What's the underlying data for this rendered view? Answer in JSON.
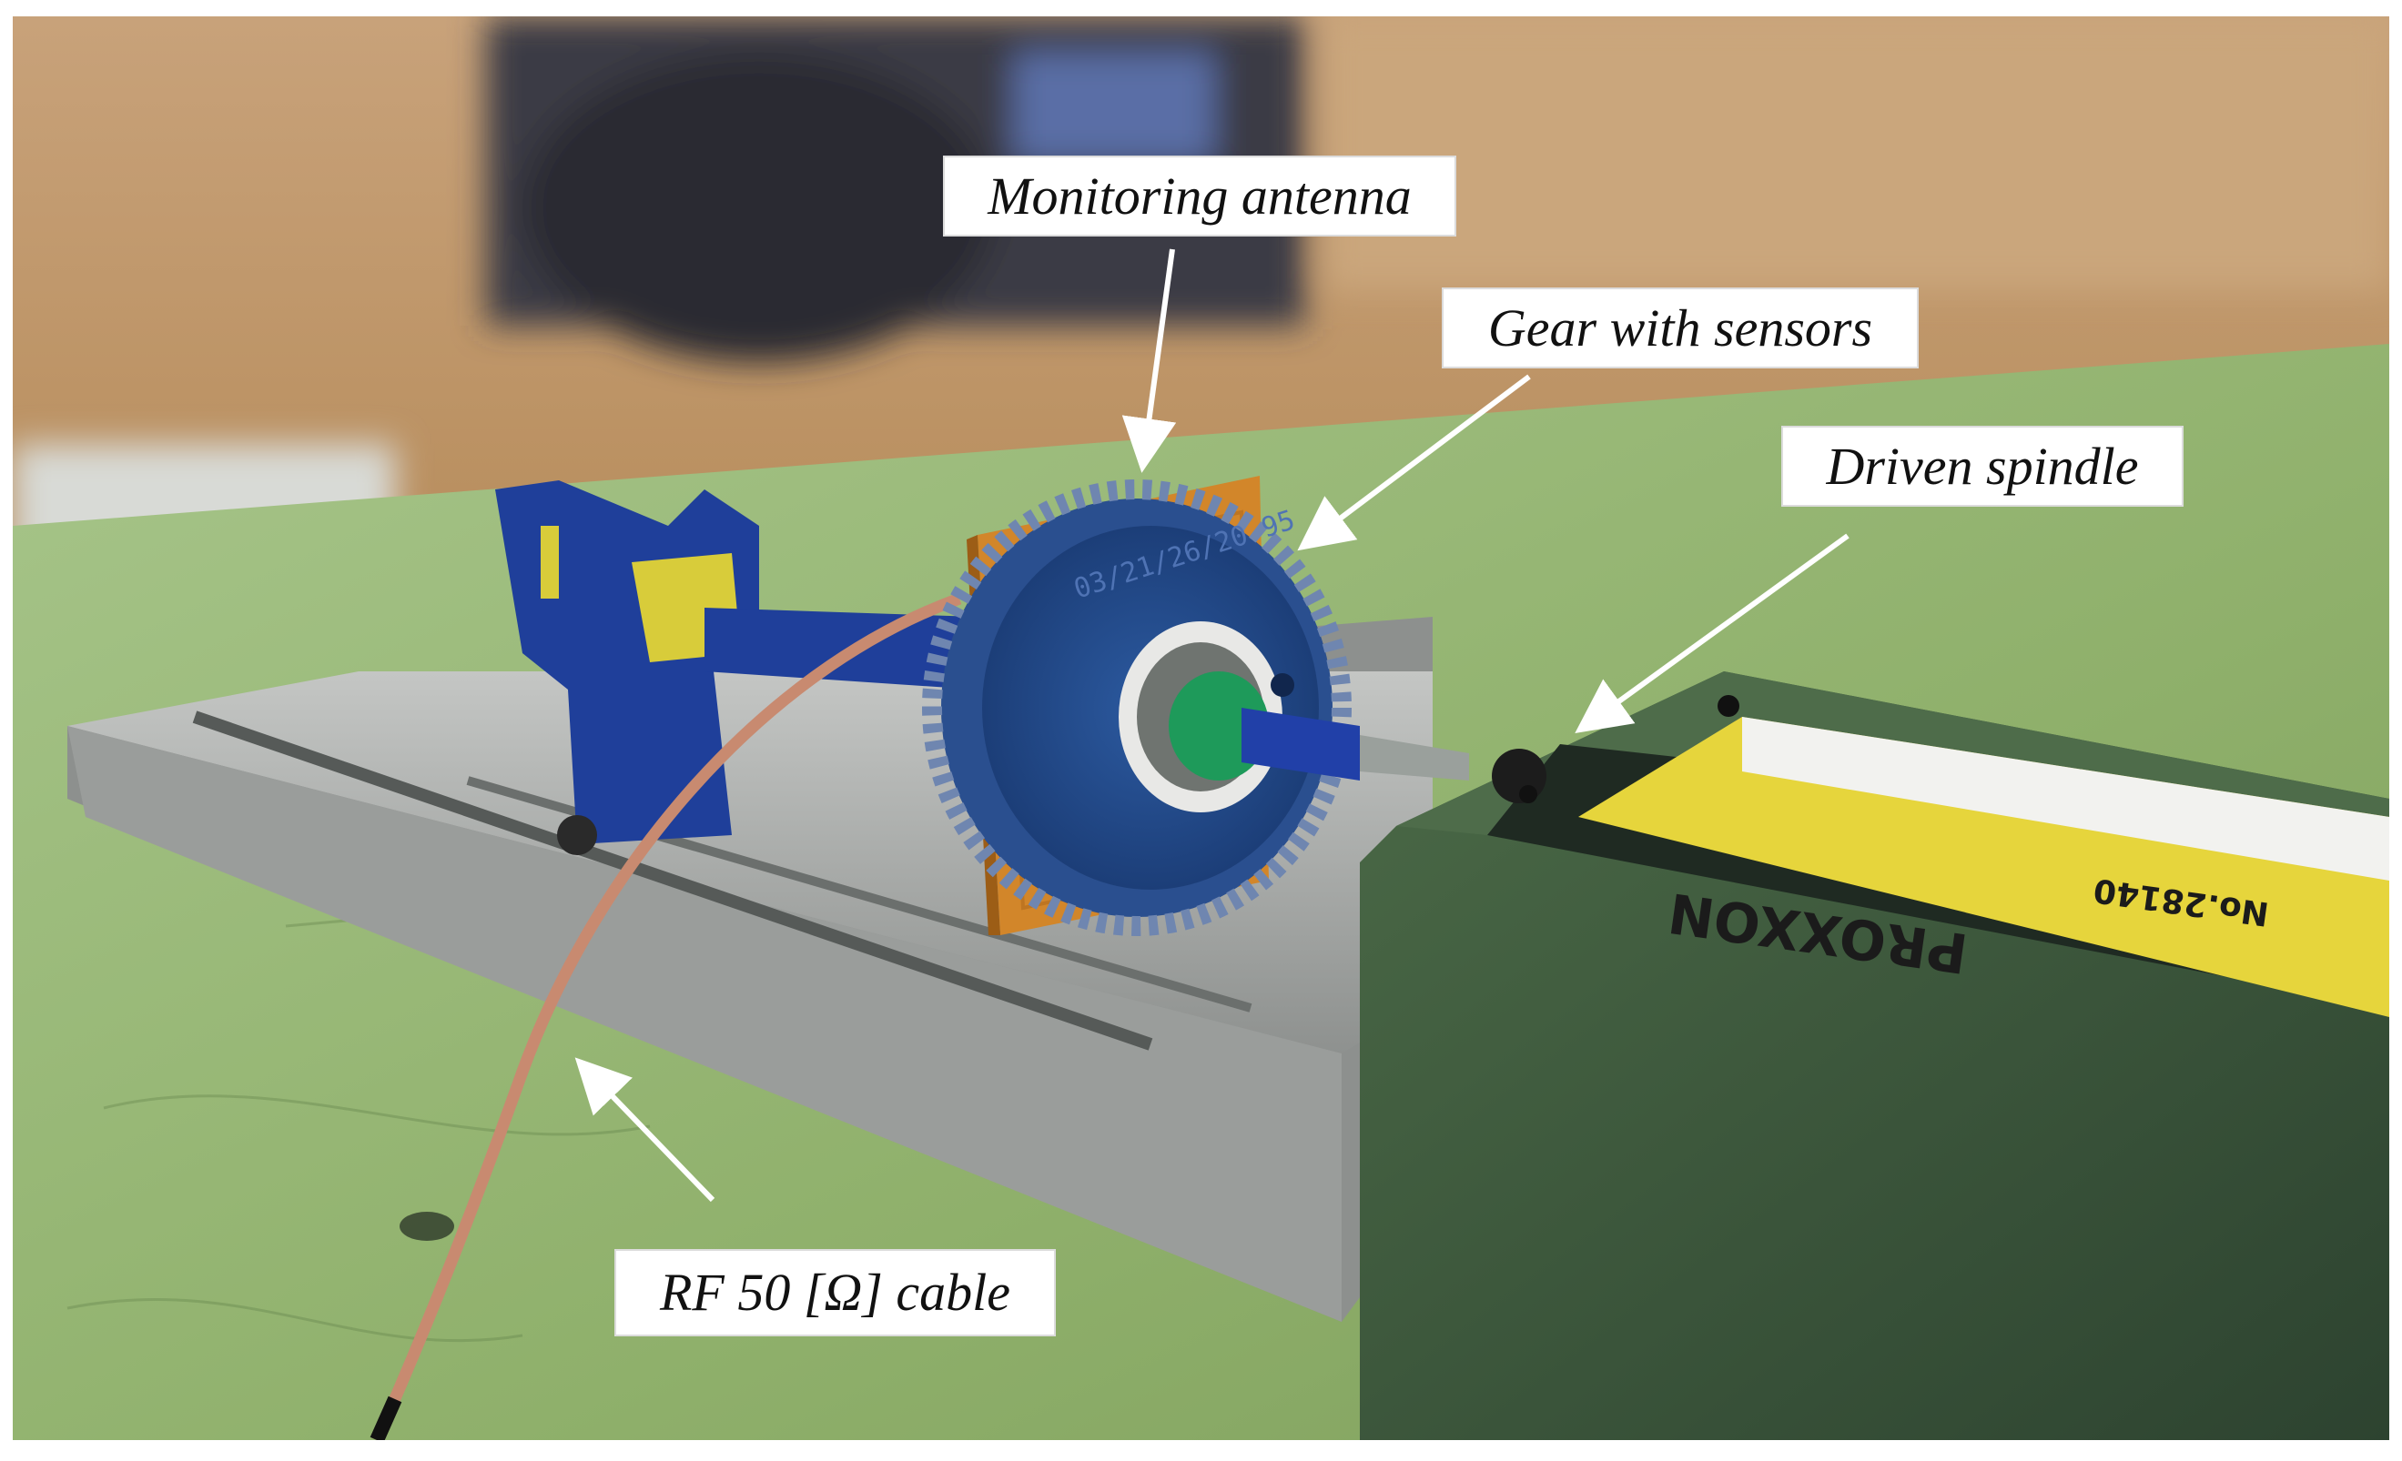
{
  "figure": {
    "labels": {
      "antenna": "Monitoring antenna",
      "gear": "Gear with sensors",
      "spindle": "Driven spindle",
      "cable": "RF 50 [Ω] cable"
    },
    "device_text": {
      "brand": "PROXXON",
      "model": "No.28140"
    }
  },
  "colors": {
    "background_wall": "#c79a6c",
    "table_green": "#8fb46a",
    "rail_gray": "#a7aaa8",
    "motor_green": "#3e5a3b",
    "gear_blue": "#234a8a",
    "antenna_orange": "#d38a2a",
    "cable_copper": "#c9836a",
    "yellow_label": "#e6d23a"
  }
}
